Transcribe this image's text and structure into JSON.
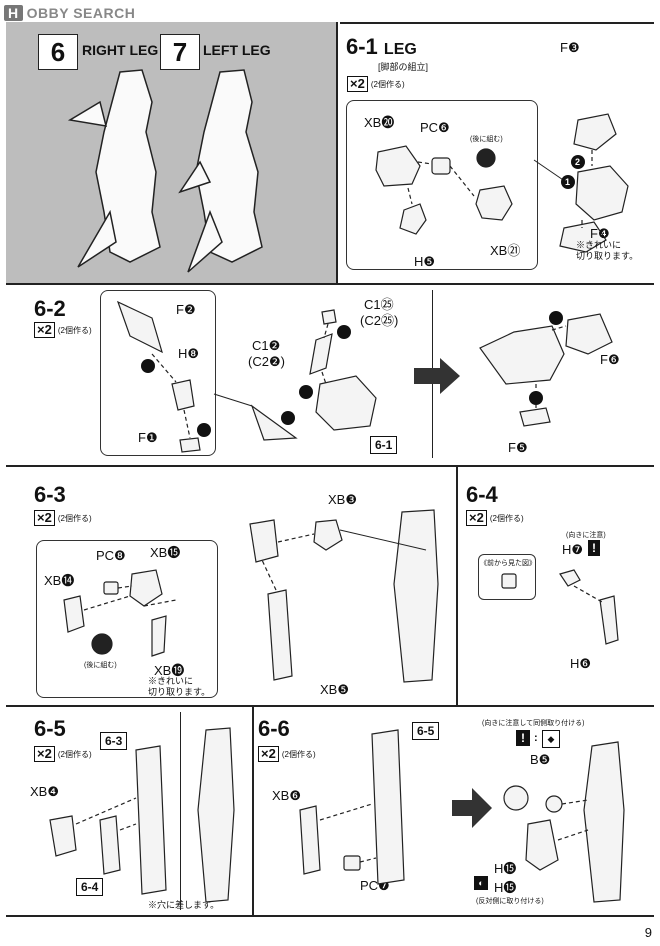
{
  "header": {
    "logo_mark": "H",
    "logo_text": "OBBY SEARCH"
  },
  "top_left": {
    "step6_num": "6",
    "step6_label": "RIGHT LEG",
    "step7_num": "7",
    "step7_label": "LEFT LEG"
  },
  "step6_1": {
    "title": "6-1",
    "title_sub": "LEG",
    "jp_sub": "[脚部の組立]",
    "x2": "×2",
    "x2_note": "(2個作る)",
    "parts": {
      "f3": "F❸",
      "xb20": "XB⓴",
      "pc6": "PC❻",
      "back_hint": "(後に組む)",
      "f4": "F❹",
      "h5": "H❺",
      "xb21": "XB㉑"
    },
    "note": [
      "※きれいに",
      "切り取ります。"
    ]
  },
  "step6_2": {
    "title": "6-2",
    "x2": "×2",
    "x2_note": "(2個作る)",
    "parts": {
      "f2": "F❷",
      "h8": "H❽",
      "f1": "F❶",
      "c1_25": "C1㉕",
      "c2_25": "(C2㉕)",
      "c1_2": "C1❷",
      "c2_2": "(C2❷)",
      "f6": "F❻",
      "f5": "F❺"
    },
    "ref": "6-1"
  },
  "step6_3": {
    "title": "6-3",
    "x2": "×2",
    "x2_note": "(2個作る)",
    "parts": {
      "pc8": "PC❽",
      "xb15": "XB⓯",
      "xb14": "XB⓮",
      "xb19": "XB⓳",
      "xb3": "XB❸",
      "xb5": "XB❺"
    },
    "back_hint": "(後に組む)",
    "note": [
      "※きれいに",
      "切り取ります。"
    ]
  },
  "step6_4": {
    "title": "6-4",
    "x2": "×2",
    "x2_note": "(2個作る)",
    "parts": {
      "h7": "H❼",
      "h6": "H❻"
    },
    "dir_note": "(向きに注意)",
    "front_view": "《前から見た図》"
  },
  "step6_5": {
    "title": "6-5",
    "x2": "×2",
    "x2_note": "(2個作る)",
    "parts": {
      "xb4": "XB❹"
    },
    "ref_top": "6-3",
    "ref_bottom": "6-4",
    "note": "※穴に差します。"
  },
  "step6_6": {
    "title": "6-6",
    "x2": "×2",
    "x2_note": "(2個作る)",
    "parts": {
      "xb6": "XB❻",
      "pc7": "PC❼",
      "b5": "B❺",
      "h15": "H⓯",
      "h15b": "H⓯"
    },
    "ref_top": "6-5",
    "top_note": "(向きに注意して同側取り付ける)",
    "bottom_note": "(反対側に取り付ける)"
  },
  "page_number": "9",
  "colors": {
    "grey_panel": "#bdbdbd",
    "ink": "#111111",
    "part_fill": "#f2f2f2"
  }
}
